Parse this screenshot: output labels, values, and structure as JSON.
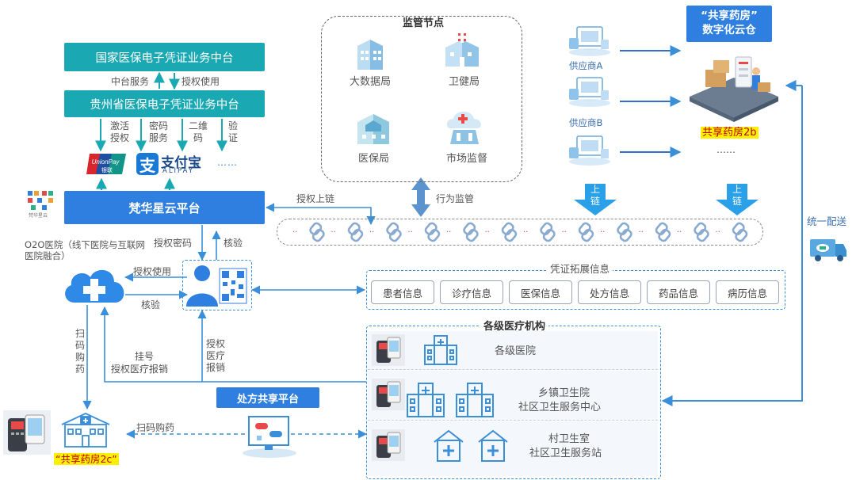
{
  "top": {
    "national_platform": "国家医保电子凭证业务中台",
    "middle_service": "中台服务",
    "authorized_use": "授权使用",
    "guizhou_platform": "贵州省医保电子凭证业务中台",
    "services": [
      "激活授权",
      "密码服务",
      "二维码",
      "验证"
    ],
    "unionpay_en": "UnionPay",
    "unionpay_cn": "银联",
    "alipay_cn": "支付宝",
    "alipay_en": "ALIPAY",
    "ellipsis": "……"
  },
  "fanhua": {
    "logo_text": "梵华星云",
    "platform": "梵华星云平台",
    "auth_chain": "授权上链",
    "auth_password": "授权密码",
    "verify": "核验"
  },
  "o2o": {
    "title": "O2O医院（线下医院与互联网医院融合）",
    "authorized_use": "授权使用",
    "verify": "核验",
    "scan_buy": "扫码购药",
    "register": "挂号",
    "auth_reimburse": "授权医疗报销",
    "auth_med_reimburse": "授权医疗报销"
  },
  "supervision": {
    "title": "监管节点",
    "nodes": [
      "大数据局",
      "卫健局",
      "医保局",
      "市场监督"
    ],
    "behavior": "行为监管"
  },
  "warehouse": {
    "title_line1": "“共享药房”",
    "title_line2": "数字化云仓",
    "supplier_a": "供应商A",
    "supplier_b": "供应商B",
    "pharmacy_2b": "共享药房2b",
    "ellipsis": "……",
    "upchain": "上链",
    "delivery": "统一配送"
  },
  "credential": {
    "title": "凭证拓展信息",
    "items": [
      "患者信息",
      "诊疗信息",
      "医保信息",
      "处方信息",
      "药品信息",
      "病历信息"
    ]
  },
  "institutions": {
    "title": "各级医疗机构",
    "rows": [
      "各级医院",
      "乡镇卫生院",
      "社区卫生服务中心",
      "村卫生室",
      "社区卫生服务站"
    ]
  },
  "bottom": {
    "prescription_platform": "处方共享平台",
    "scan_buy": "扫码购药",
    "pharmacy_2c": "“共享药房2c”"
  },
  "colors": {
    "teal": "#1aa9b3",
    "blue": "#2e7fe0",
    "arrow": "#3a8fd8",
    "chain": "#8aaad0",
    "chain_dot": "#e04040"
  }
}
